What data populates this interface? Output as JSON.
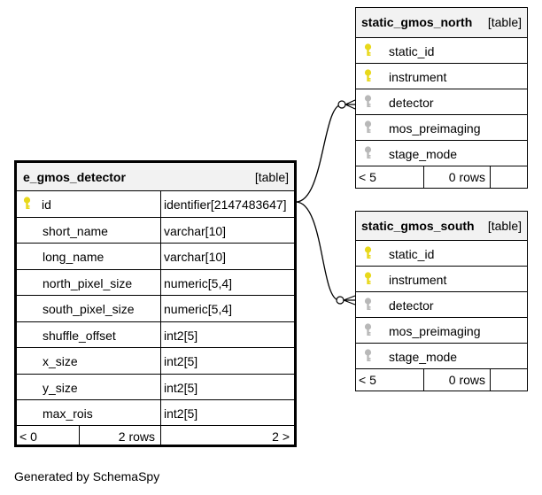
{
  "tables": {
    "detector": {
      "name": "e_gmos_detector",
      "tag": "[table]",
      "columns": [
        {
          "name": "id",
          "type": "identifier[2147483647]",
          "key": "primary"
        },
        {
          "name": "short_name",
          "type": "varchar[10]",
          "key": ""
        },
        {
          "name": "long_name",
          "type": "varchar[10]",
          "key": ""
        },
        {
          "name": "north_pixel_size",
          "type": "numeric[5,4]",
          "key": ""
        },
        {
          "name": "south_pixel_size",
          "type": "numeric[5,4]",
          "key": ""
        },
        {
          "name": "shuffle_offset",
          "type": "int2[5]",
          "key": ""
        },
        {
          "name": "x_size",
          "type": "int2[5]",
          "key": ""
        },
        {
          "name": "y_size",
          "type": "int2[5]",
          "key": ""
        },
        {
          "name": "max_rois",
          "type": "int2[5]",
          "key": ""
        }
      ],
      "footer": {
        "parents": "< 0",
        "rows": "2 rows",
        "children": "2 >"
      }
    },
    "north": {
      "name": "static_gmos_north",
      "tag": "[table]",
      "columns": [
        {
          "name": "static_id",
          "key": "primary"
        },
        {
          "name": "instrument",
          "key": "primary"
        },
        {
          "name": "detector",
          "key": "foreign"
        },
        {
          "name": "mos_preimaging",
          "key": "foreign"
        },
        {
          "name": "stage_mode",
          "key": "foreign"
        }
      ],
      "footer": {
        "parents": "< 5",
        "rows": "0 rows",
        "children": ""
      }
    },
    "south": {
      "name": "static_gmos_south",
      "tag": "[table]",
      "columns": [
        {
          "name": "static_id",
          "key": "primary"
        },
        {
          "name": "instrument",
          "key": "primary"
        },
        {
          "name": "detector",
          "key": "foreign"
        },
        {
          "name": "mos_preimaging",
          "key": "foreign"
        },
        {
          "name": "stage_mode",
          "key": "foreign"
        }
      ],
      "footer": {
        "parents": "< 5",
        "rows": "0 rows",
        "children": ""
      }
    }
  },
  "key_colors": {
    "primary": "#e8d81a",
    "foreign": "#b8b8b8"
  },
  "generated_by": "Generated by SchemaSpy"
}
